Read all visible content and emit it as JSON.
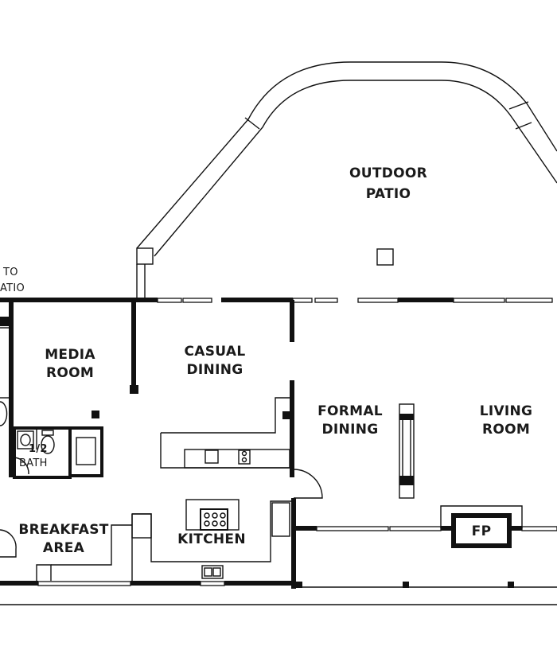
{
  "floor_plan": {
    "rooms": {
      "outdoor_patio": {
        "line1": "OUTDOOR",
        "line2": "PATIO"
      },
      "media_room": {
        "line1": "MEDIA",
        "line2": "ROOM"
      },
      "casual_dining": {
        "line1": "CASUAL",
        "line2": "DINING"
      },
      "formal_dining": {
        "line1": "FORMAL",
        "line2": "DINING"
      },
      "living_room": {
        "line1": "LIVING",
        "line2": "ROOM"
      },
      "half_bath": {
        "line1": "1/2",
        "line2": "BATH"
      },
      "breakfast_area": {
        "line1": "BREAKFAST",
        "line2": "AREA"
      },
      "kitchen": {
        "label": "KITCHEN"
      },
      "fireplace": {
        "label": "FP"
      }
    },
    "partial_label": {
      "line1": "TO",
      "line2": "ATIO"
    }
  }
}
